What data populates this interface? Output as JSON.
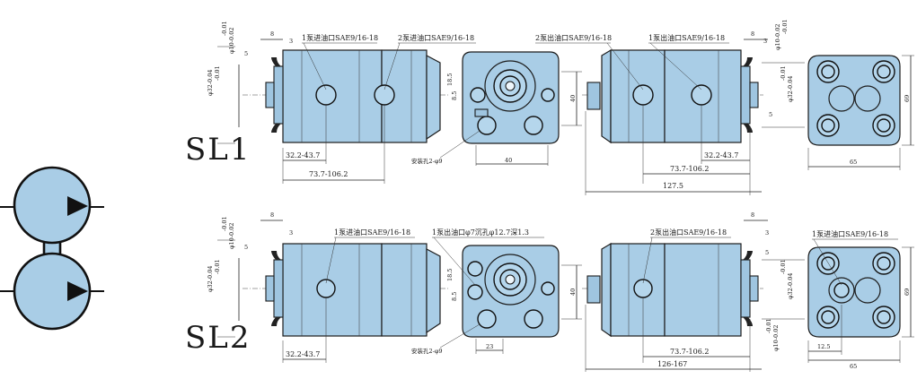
{
  "rows": [
    {
      "model": "SL1",
      "callouts": [
        "1泵进油口SAE9/16-18",
        "2泵进油口SAE9/16-18",
        "2泵出油口SAE9/16-18",
        "1泵出油口SAE9/16-18"
      ],
      "mount_note": "安装孔2-φ9",
      "dims": {
        "shaft_dia": "φ10-0.02",
        "shaft_tol": "-0.01",
        "pilot_dia": "φ32-0.04",
        "pilot_tol": "-0.01",
        "shaft_len": "8",
        "flange_t": "3",
        "key": "5",
        "left_a": "32.2-43.7",
        "left_b": "73.7-106.2",
        "right_a": "32.2-43.7",
        "right_b": "73.7-106.2",
        "total": "127.5",
        "port_h": "40",
        "port_w": "40",
        "side_w": "65",
        "side_h": "69",
        "bolt_sp": "8.5",
        "bolt_sp2": "18.5"
      }
    },
    {
      "model": "SL2",
      "callouts": [
        "1泵进油口SAE9/16-18",
        "1泵出油口φ7沉孔φ12.7深1.3",
        "2泵出油口SAE9/16-18",
        "1泵进油口SAE9/16-18"
      ],
      "mount_note": "安装孔2-φ9",
      "dims": {
        "shaft_dia": "φ10-0.02",
        "shaft_tol": "-0.01",
        "pilot_dia": "φ32-0.04",
        "pilot_tol": "-0.01",
        "shaft_len": "8",
        "flange_t": "3",
        "key": "5",
        "left_a": "32.2-43.7",
        "right_b": "73.7-106.2",
        "total": "126-167",
        "port_h": "40",
        "port_w": "23",
        "side_w": "65",
        "side_h": "69",
        "side_off": "12.5",
        "bolt_sp": "8.5",
        "bolt_sp2": "18.5"
      }
    }
  ],
  "colors": {
    "body_fill": "#a9cde6",
    "line": "#1c1c1c"
  },
  "symbol": {
    "icon": "double-pump-hydraulic-symbol"
  }
}
